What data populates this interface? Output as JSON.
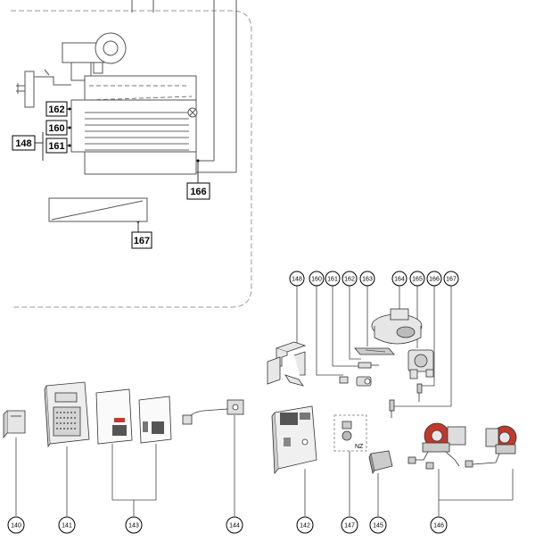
{
  "upper_callouts": {
    "c162": "162",
    "c160": "160",
    "c148": "148",
    "c161": "161",
    "c166": "166",
    "c167": "167"
  },
  "top_parts": {
    "p148": "148",
    "p160": "160",
    "p161": "161",
    "p162": "162",
    "p163": "163",
    "p164": "164",
    "p165": "165",
    "p166": "166",
    "p167": "167"
  },
  "bottom_parts": {
    "p140": "140",
    "p141": "141",
    "p143": "143",
    "p144": "144",
    "p142": "142",
    "p147": "147",
    "p145": "145",
    "p146": "146"
  },
  "nz_label": "NZ"
}
